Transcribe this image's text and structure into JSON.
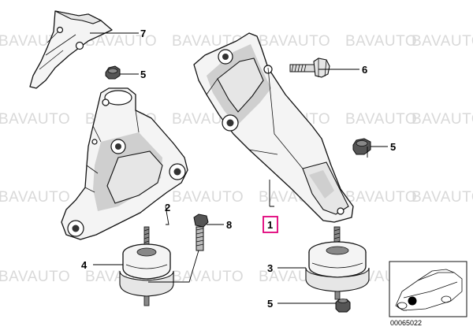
{
  "watermark": "BAVAUTO",
  "doc_number": "00065022",
  "callouts": [
    {
      "id": "c7",
      "label": "7"
    },
    {
      "id": "c5a",
      "label": "5"
    },
    {
      "id": "c6",
      "label": "6"
    },
    {
      "id": "c5b",
      "label": "5"
    },
    {
      "id": "c2",
      "label": "2"
    },
    {
      "id": "c8",
      "label": "8"
    },
    {
      "id": "c1",
      "label": "1"
    },
    {
      "id": "c4",
      "label": "4"
    },
    {
      "id": "c3",
      "label": "3"
    },
    {
      "id": "c5c",
      "label": "5"
    }
  ]
}
